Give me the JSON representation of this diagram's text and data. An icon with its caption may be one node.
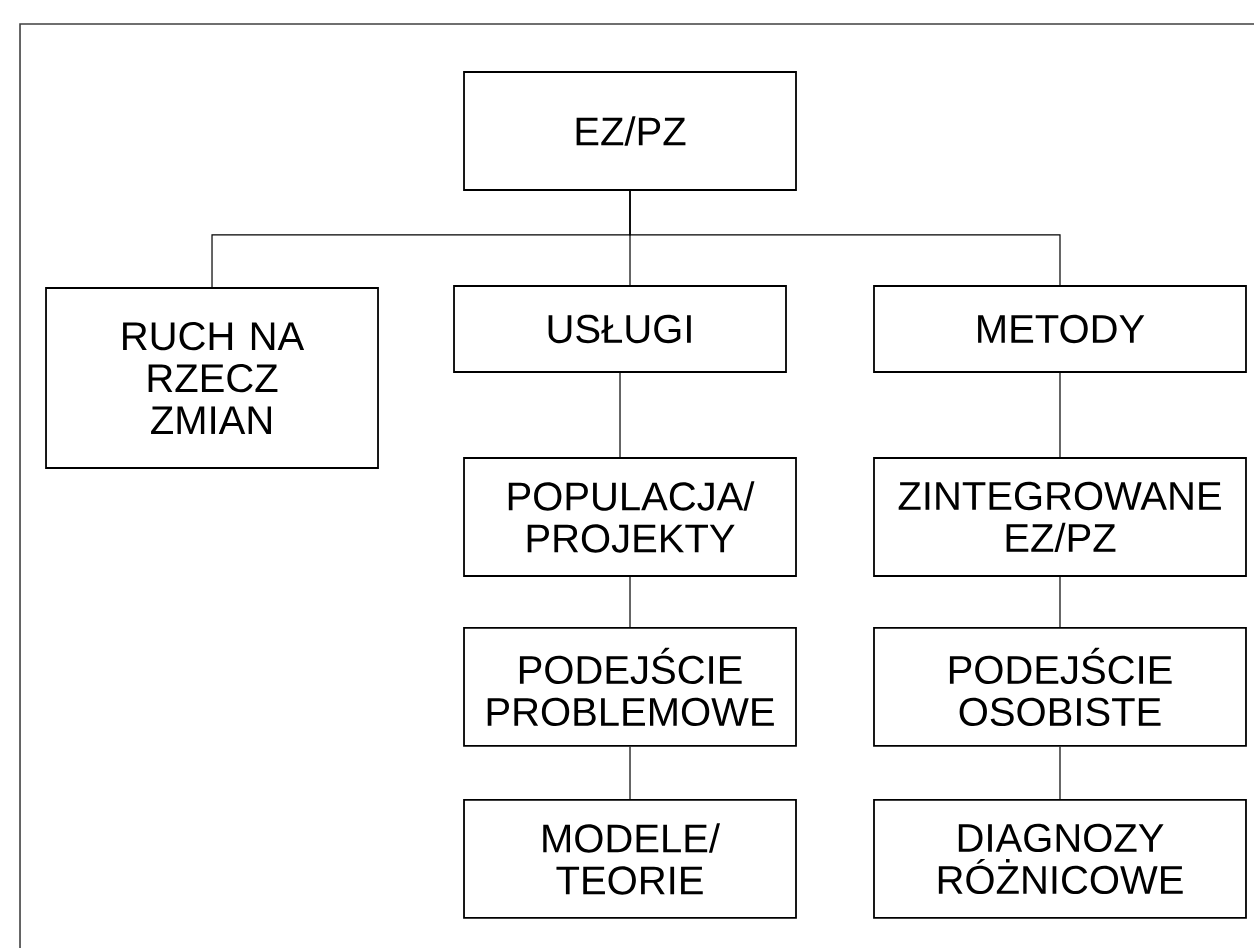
{
  "diagram": {
    "nodes": [
      {
        "text": [
          "EZ/PZ"
        ]
      },
      {
        "text": [
          "RUCH NA RZECZ ZMIAN"
        ]
      },
      {
        "text": [
          "USŁUGI"
        ]
      },
      {
        "text": [
          "METODY"
        ]
      },
      {
        "text": [
          "POPULACJA/ PROJEKTY"
        ]
      },
      {
        "text": [
          "PODEJŚCIE PROBLEMOWE"
        ]
      },
      {
        "text": [
          "MODELE/ TEORIE"
        ]
      },
      {
        "text": [
          "ZINTEGROWANE EZ/PZ"
        ]
      },
      {
        "text": [
          "PODEJŚCIE OSOBISTE"
        ]
      },
      {
        "text": [
          "DIAGNOZY RÓŻNICOWE"
        ]
      }
    ],
    "edges": [
      {
        "from": 0,
        "to": 1,
        "arrow": "none"
      },
      {
        "from": 0,
        "to": 2,
        "arrow": "none"
      },
      {
        "from": 0,
        "to": 3,
        "arrow": "none"
      },
      {
        "from": 2,
        "to": 4,
        "arrow": "none"
      },
      {
        "from": 4,
        "to": 5,
        "arrow": "none"
      },
      {
        "from": 5,
        "to": 6,
        "arrow": "none"
      },
      {
        "from": 3,
        "to": 7,
        "arrow": "none"
      },
      {
        "from": 7,
        "to": 8,
        "arrow": "none"
      },
      {
        "from": 8,
        "to": 9,
        "arrow": "none"
      }
    ]
  }
}
